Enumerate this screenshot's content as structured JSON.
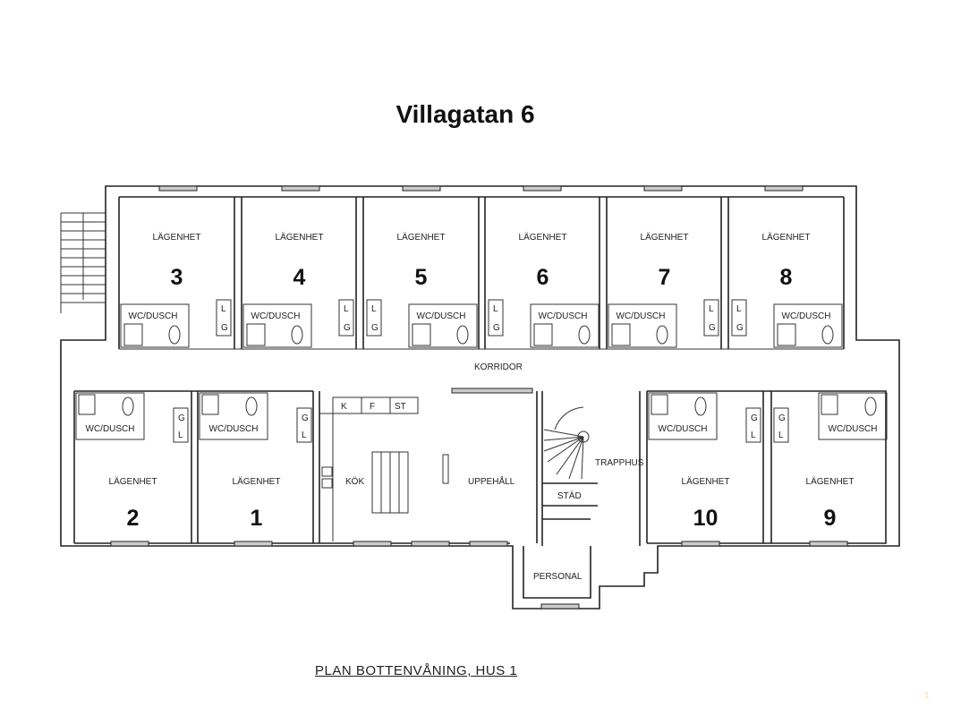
{
  "title": "Villagatan 6",
  "caption": "PLAN BOTTENVÅNING, HUS 1",
  "page_number": "1",
  "labels": {
    "apartment": "LÄGENHET",
    "bath": "WC/DUSCH",
    "corridor": "KORRIDOR",
    "kitchen": "KÖK",
    "living": "UPPEHÅLL",
    "stairs": "TRAPPHUS",
    "cleaning": "STÄD",
    "staff": "PERSONAL",
    "closet_l": "L",
    "closet_g": "G",
    "kitchen_k": "K",
    "kitchen_f": "F",
    "kitchen_st": "ST"
  },
  "upper_apartments": [
    "3",
    "4",
    "5",
    "6",
    "7",
    "8"
  ],
  "lower_apartments": [
    "2",
    "1",
    "10",
    "9"
  ]
}
